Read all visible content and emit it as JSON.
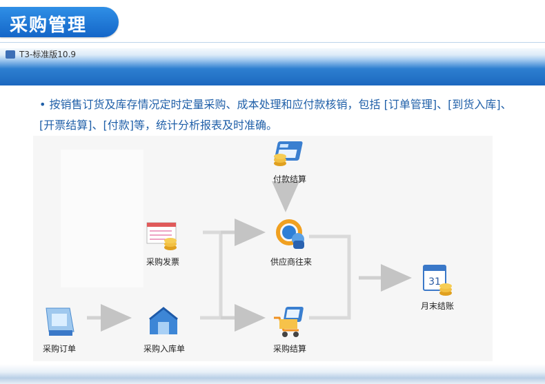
{
  "header": {
    "title": "采购管理"
  },
  "window": {
    "title": "T3-标准版10.9"
  },
  "description": {
    "bullet": "•",
    "text": "按销售订货及库存情况定时定量采购、成本处理和应付款核销，包括 [订单管理]、[到货入库]、[开票结算]、[付款]等，统计分析报表及时准确。"
  },
  "diagram": {
    "nodes": {
      "payment": "付款结算",
      "invoice": "采购发票",
      "supplier": "供应商往来",
      "order": "采购订单",
      "receipt": "采购入库单",
      "settlement": "采购结算",
      "monthend": "月末结账"
    },
    "icons": {
      "payment": "calculator-coins-icon",
      "invoice": "invoice-coins-icon",
      "supplier": "supplier-exchange-icon",
      "order": "purchase-order-icon",
      "receipt": "warehouse-receipt-icon",
      "settlement": "cart-calculator-icon",
      "monthend": "calendar-coins-icon"
    },
    "calendar_day": "31"
  },
  "colors": {
    "accent": "#1466c8",
    "text_blue": "#1f5fa8",
    "arrow": "#c9c9c9"
  }
}
